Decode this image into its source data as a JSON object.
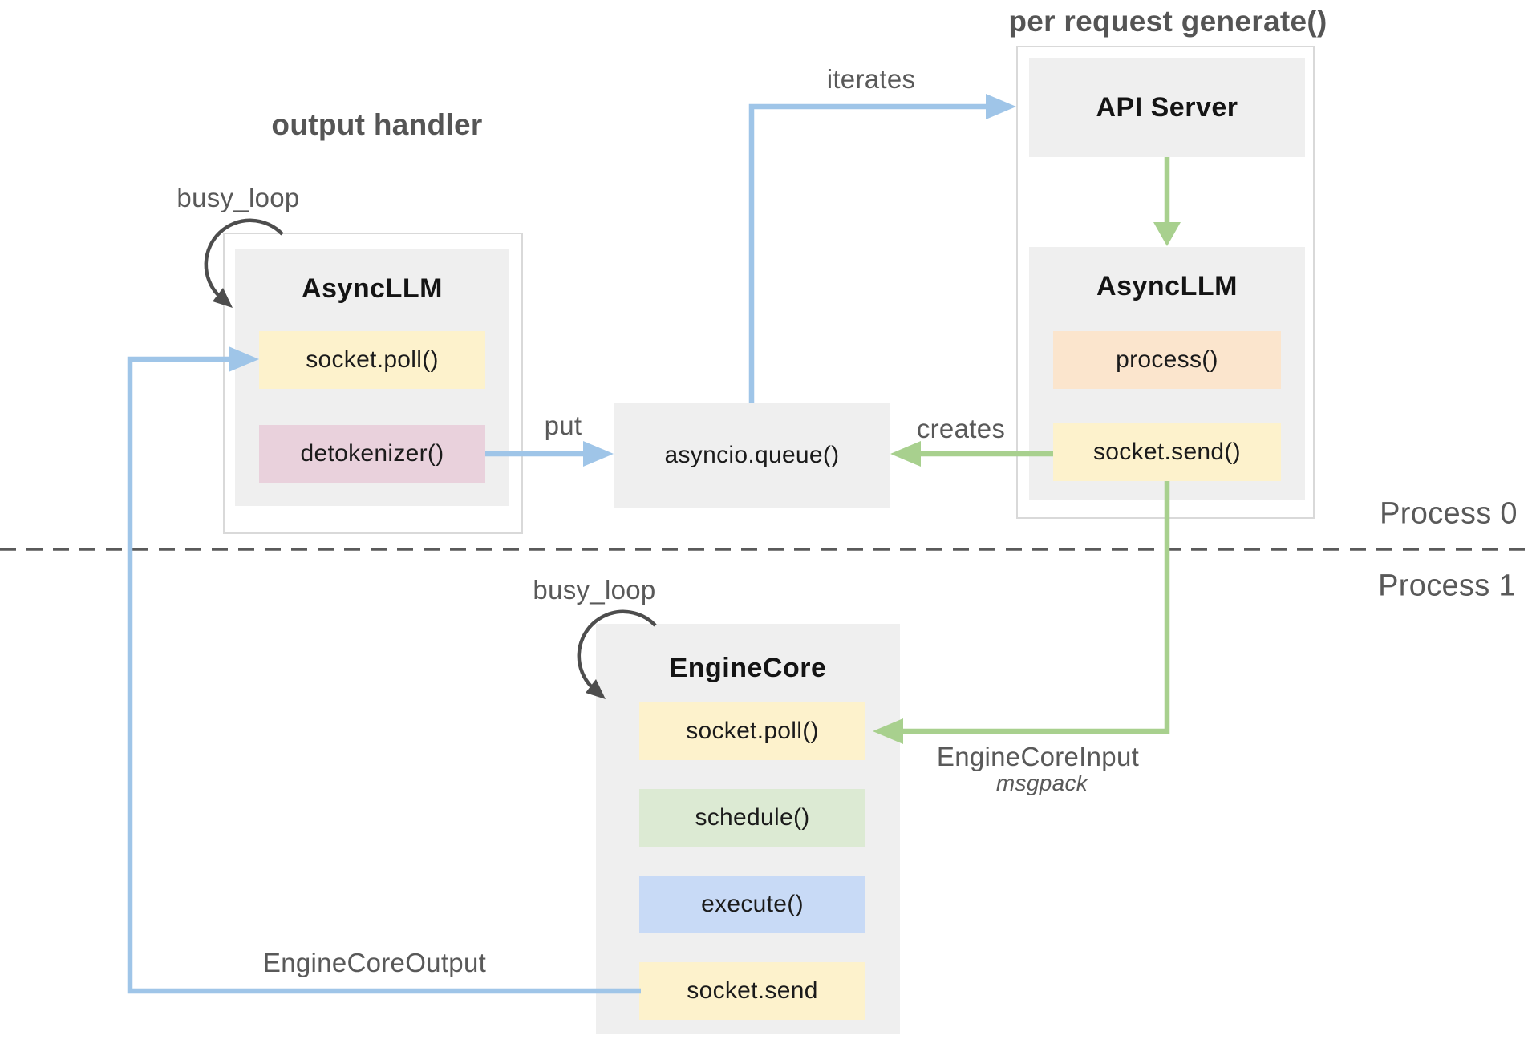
{
  "titles": {
    "output_handler": "output handler",
    "per_request_generate": "per request generate()"
  },
  "labels": {
    "busy_loop_left": "busy_loop",
    "busy_loop_engine": "busy_loop",
    "iterates": "iterates",
    "put": "put",
    "creates": "creates",
    "process0": "Process 0",
    "process1": "Process 1",
    "engine_core_input": "EngineCoreInput",
    "msgpack": "msgpack",
    "engine_core_output": "EngineCoreOutput"
  },
  "nodes": {
    "api_server": {
      "title": "API Server"
    },
    "async_llm_left": {
      "title": "AsyncLLM",
      "methods": [
        {
          "label": "socket.poll()",
          "color": "#fdf2cc"
        },
        {
          "label": "detokenizer()",
          "color": "#e9d1dc"
        }
      ]
    },
    "async_llm_right": {
      "title": "AsyncLLM",
      "methods": [
        {
          "label": "process()",
          "color": "#fbe5cd"
        },
        {
          "label": "socket.send()",
          "color": "#fdf2cc"
        }
      ]
    },
    "queue": {
      "label": "asyncio.queue()"
    },
    "engine_core": {
      "title": "EngineCore",
      "methods": [
        {
          "label": "socket.poll()",
          "color": "#fdf2cc"
        },
        {
          "label": "schedule()",
          "color": "#dcead3"
        },
        {
          "label": "execute()",
          "color": "#c8daf6"
        },
        {
          "label": "socket.send",
          "color": "#fdf2cc"
        }
      ]
    }
  },
  "colors": {
    "arrow_blue": "#9fc5e8",
    "arrow_green": "#a8d08e",
    "loop_arrow": "#4d4d4d",
    "divider": "#5a5a5a",
    "box_gray": "#efefef",
    "container_border": "#d9d9d9",
    "label_gray": "#595959"
  }
}
